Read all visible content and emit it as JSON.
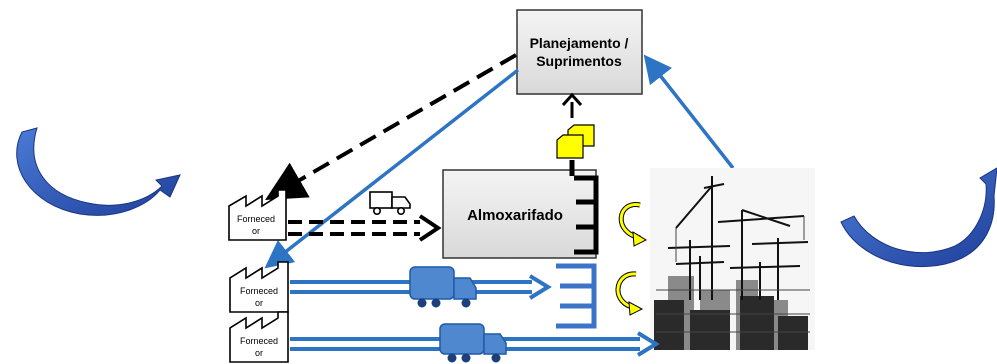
{
  "nodes": {
    "planning": {
      "line1": "Planejamento /",
      "line2": "Suprimentos"
    },
    "warehouse": {
      "label": "Almoxarifado"
    },
    "suppliers": [
      {
        "line1": "Forneced",
        "line2": "or"
      },
      {
        "line1": "Forneced",
        "line2": "or"
      },
      {
        "line1": "Forneced",
        "line2": "or"
      }
    ]
  },
  "colors": {
    "blue_flow": "#2e74c5",
    "truck_blue": "#4f88cf",
    "curved_arrow": "#2c4fb0",
    "document_yellow": "#ffff00",
    "box_fill": "#e6e6e6"
  },
  "icons": {
    "supplier": "factory-icon",
    "transport": "truck-icon",
    "documents": "document-stack-icon",
    "construction": "construction-site-icon",
    "cycle": "curved-cycle-arrow-icon"
  }
}
